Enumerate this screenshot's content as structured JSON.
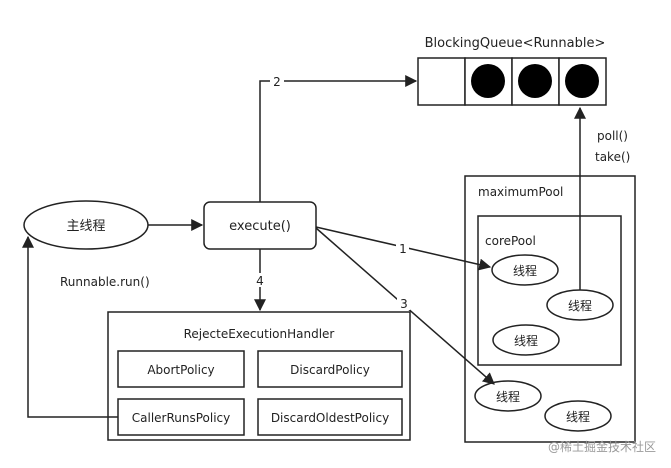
{
  "queue": {
    "title": "BlockingQueue<Runnable>",
    "slots": [
      "empty",
      "task",
      "task",
      "task"
    ]
  },
  "main_thread": {
    "label": "主线程"
  },
  "execute": {
    "label": "execute()"
  },
  "edges": {
    "to_queue": "2",
    "to_core": "1",
    "to_max": "3",
    "to_handler": "4",
    "poll": "poll()",
    "take": "take()",
    "runnable_run": "Runnable.run()"
  },
  "maximum_pool": {
    "title": "maximumPool",
    "threads": [
      "线程",
      "线程"
    ]
  },
  "core_pool": {
    "title": "corePool",
    "threads": [
      "线程",
      "线程",
      "线程"
    ]
  },
  "handler": {
    "title": "RejecteExecutionHandler",
    "policies": [
      "AbortPolicy",
      "DiscardPolicy",
      "CallerRunsPolicy",
      "DiscardOldestPolicy"
    ]
  },
  "watermark": "@稀土掘金技术社区"
}
